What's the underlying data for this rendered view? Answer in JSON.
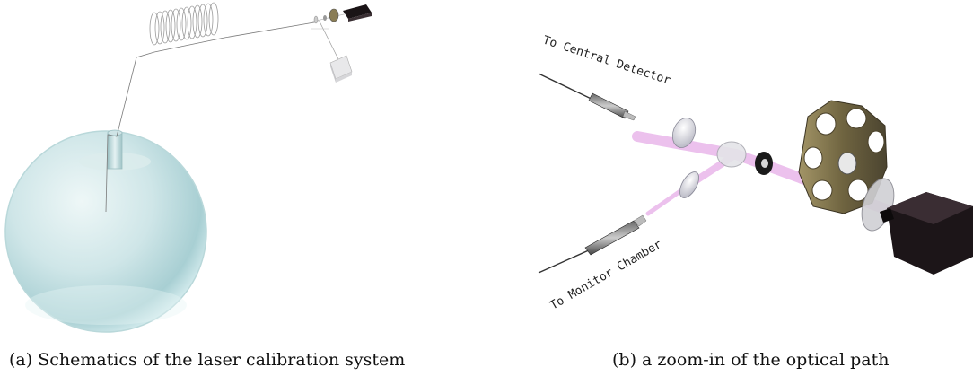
{
  "captions": {
    "a": "(a)  Schematics of the laser calibration system",
    "b": "(b)  a zoom-in of the optical path"
  },
  "labels": {
    "central": "To Central Detector",
    "monitor": "To Monitor Chamber"
  },
  "colors": {
    "sphere": "#bfdde0",
    "beam": "#e8b4e8",
    "laser_body": "#1a1416",
    "filter_wheel": "#8a7d55"
  }
}
